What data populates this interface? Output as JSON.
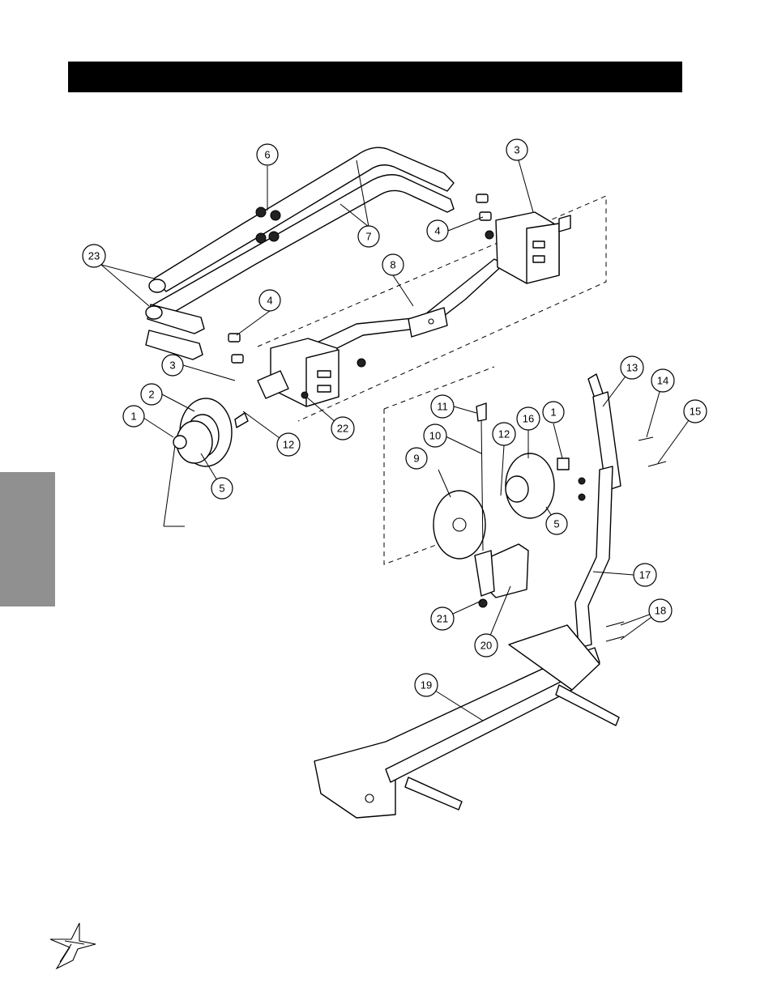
{
  "header": {
    "title": ""
  },
  "side_tab": {
    "label": ""
  },
  "callouts": [
    {
      "label": "6"
    },
    {
      "label": "3"
    },
    {
      "label": "7"
    },
    {
      "label": "4"
    },
    {
      "label": "23"
    },
    {
      "label": "8"
    },
    {
      "label": "4"
    },
    {
      "label": "3"
    },
    {
      "label": "2"
    },
    {
      "label": "1"
    },
    {
      "label": "5"
    },
    {
      "label": "12"
    },
    {
      "label": "22"
    },
    {
      "label": "11"
    },
    {
      "label": "10"
    },
    {
      "label": "12"
    },
    {
      "label": "16"
    },
    {
      "label": "1"
    },
    {
      "label": "9"
    },
    {
      "label": "5"
    },
    {
      "label": "13"
    },
    {
      "label": "14"
    },
    {
      "label": "15"
    },
    {
      "label": "17"
    },
    {
      "label": "21"
    },
    {
      "label": "20"
    },
    {
      "label": "18"
    },
    {
      "label": "19"
    }
  ],
  "colors": {
    "header_bar": "#000000",
    "side_tab": "#909090",
    "ink": "#000000"
  },
  "logo": {
    "icon": "star-logo-icon"
  }
}
